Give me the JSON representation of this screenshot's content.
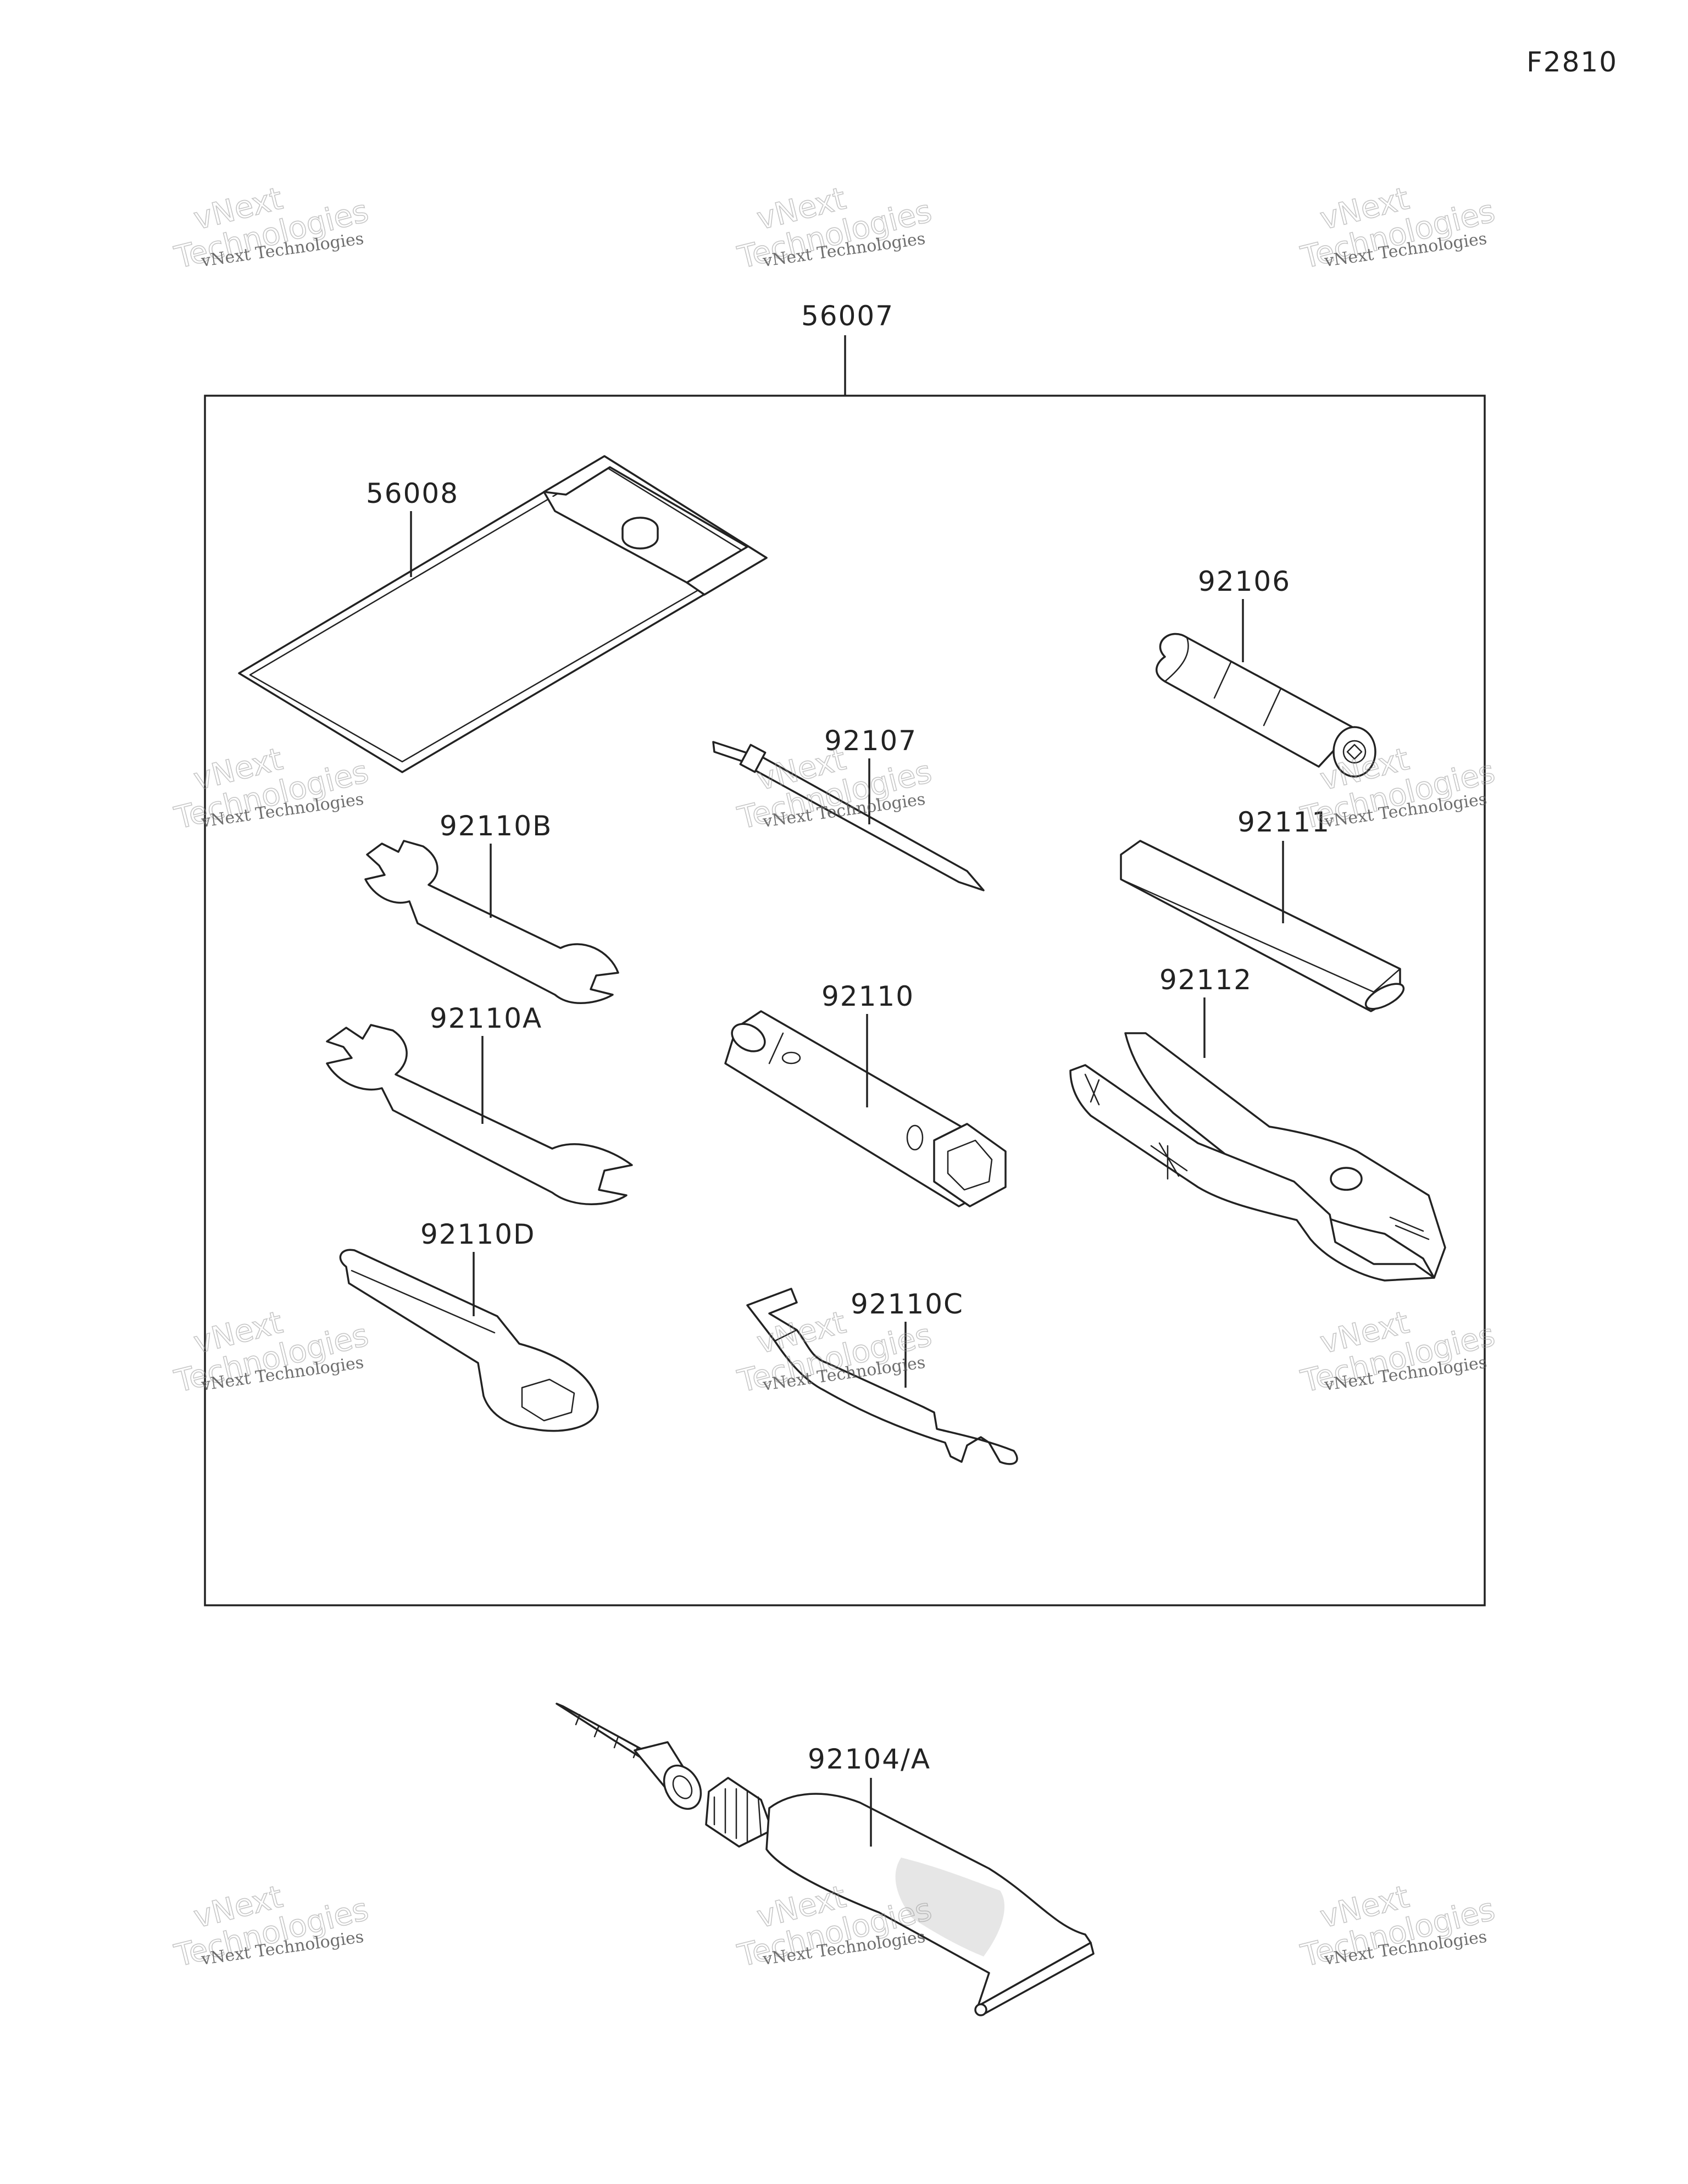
{
  "figure_code": "F2810",
  "labels": {
    "kit": "56007",
    "pouch": "56008",
    "handle": "92106",
    "screwdriver": "92107",
    "wrench_b": "92110B",
    "handle_bar": "92111",
    "wrench_a": "92110A",
    "plug_wrench": "92110",
    "pliers": "92112",
    "wrench_d": "92110D",
    "hook_wrench": "92110C",
    "adhesive": "92104/A"
  },
  "watermark": {
    "line1": "vNext Technologies",
    "line2a": "vNext",
    "line2b": "Technologies"
  }
}
